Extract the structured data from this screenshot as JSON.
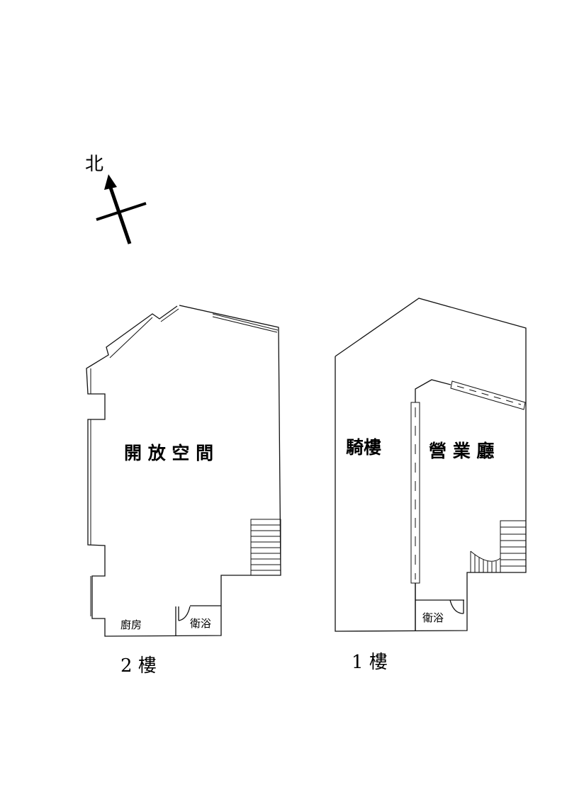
{
  "compass": {
    "north_label": "北"
  },
  "floor2": {
    "room_open_space": "開 放 空 間",
    "room_kitchen": "廚房",
    "room_bathroom": "衛浴",
    "floor_label": "2 樓"
  },
  "floor1": {
    "room_arcade": "騎樓",
    "room_business_hall": "營 業 廳",
    "room_bathroom": "衛浴",
    "floor_label": "1 樓"
  }
}
